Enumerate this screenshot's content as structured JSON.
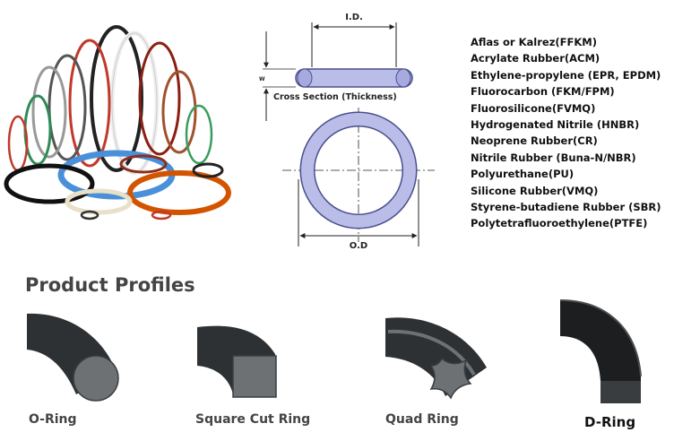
{
  "diagram": {
    "id_label": "I.D.",
    "w_label": "W",
    "cross_section_label": "Cross Section (Thickness)",
    "od_label": "O.D"
  },
  "materials": [
    "Aflas or Kalrez(FFKM)",
    "Acrylate Rubber(ACM)",
    "Ethylene-propylene (EPR, EPDM)",
    "Fluorocarbon (FKM/FPM)",
    "Fluorosilicone(FVMQ)",
    "Hydrogenated Nitrile (HNBR)",
    "Neoprene Rubber(CR)",
    "Nitrile Rubber (Buna-N/NBR)",
    "Polyurethane(PU)",
    "Silicone Rubber(VMQ)",
    "Styrene-butadiene Rubber (SBR)",
    "Polytetrafluoroethylene(PTFE)"
  ],
  "section_title": "Product Profiles",
  "profiles": [
    {
      "label": "O-Ring"
    },
    {
      "label": "Square Cut Ring"
    },
    {
      "label": "Quad Ring"
    },
    {
      "label": "D-Ring"
    }
  ],
  "colors": {
    "ring_fill": "#b9bde8",
    "ring_stroke": "#4a4f8c",
    "profile_dark": "#2e3133",
    "profile_face": "#6e7173",
    "title_gray": "#444444"
  }
}
